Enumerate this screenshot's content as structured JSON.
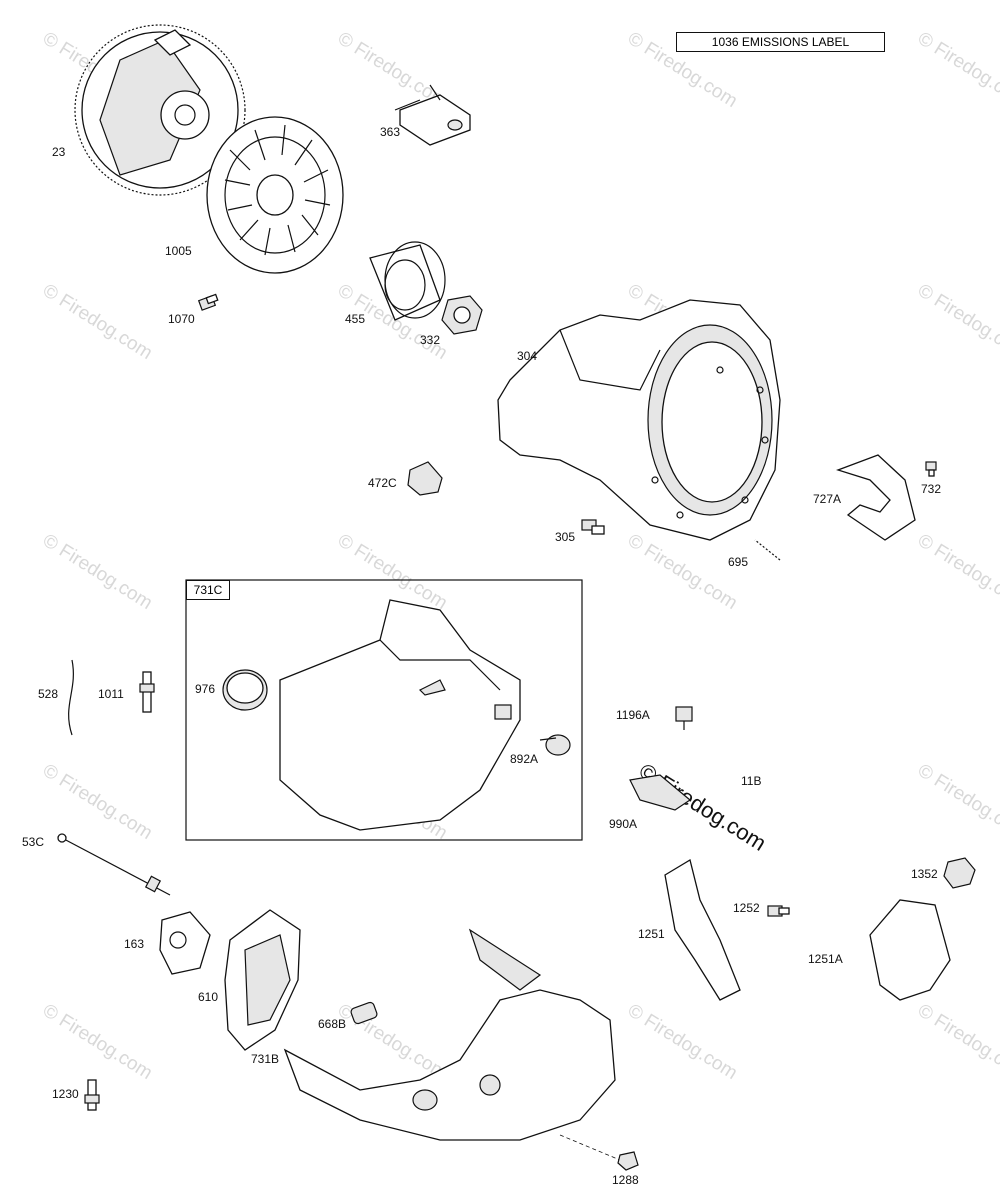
{
  "emissions_label": "1036 EMISSIONS LABEL",
  "kit_box_label": "731C",
  "watermark_text": "© Firedog.com",
  "parts": {
    "p23": "23",
    "p1005": "1005",
    "p1070": "1070",
    "p363": "363",
    "p455": "455",
    "p332": "332",
    "p304": "304",
    "p472C": "472C",
    "p305": "305",
    "p695": "695",
    "p727A": "727A",
    "p732": "732",
    "p528": "528",
    "p1011": "1011",
    "p976": "976",
    "p892A": "892A",
    "p1196A": "1196A",
    "p11B": "11B",
    "p990A": "990A",
    "p53C": "53C",
    "p163": "163",
    "p610": "610",
    "p668B": "668B",
    "p731B": "731B",
    "p1251": "1251",
    "p1252": "1252",
    "p1352": "1352",
    "p1251A": "1251A",
    "p1230": "1230",
    "p1288": "1288"
  }
}
